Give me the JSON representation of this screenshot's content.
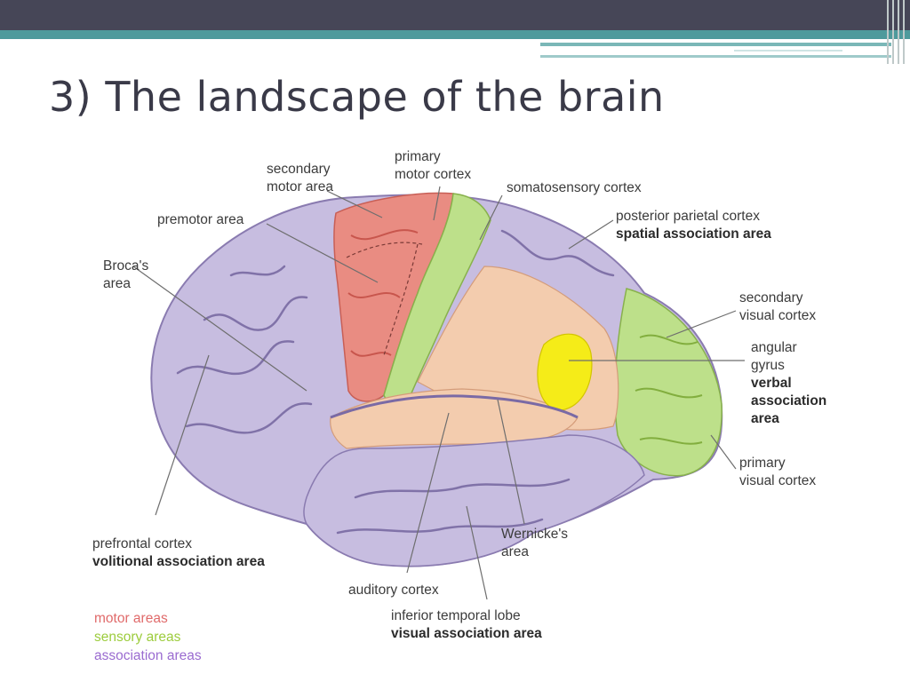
{
  "slide": {
    "title": "3) The landscape of the brain"
  },
  "labels": {
    "secondary_motor": [
      "secondary",
      "motor area"
    ],
    "primary_motor": [
      "primary",
      "motor cortex"
    ],
    "somatosensory": "somatosensory cortex",
    "premotor": "premotor area",
    "posterior_parietal": [
      "posterior parietal cortex",
      "spatial association area"
    ],
    "brocas": [
      "Broca's",
      "area"
    ],
    "secondary_visual": [
      "secondary",
      "visual cortex"
    ],
    "angular_gyrus": [
      "angular",
      "gyrus"
    ],
    "verbal_association": [
      "verbal",
      "association",
      "area"
    ],
    "primary_visual": [
      "primary",
      "visual cortex"
    ],
    "prefrontal": [
      "prefrontal cortex",
      "volitional association area"
    ],
    "wernickes": [
      "Wernicke's",
      "area"
    ],
    "auditory": "auditory cortex",
    "inferior_temporal": [
      "inferior temporal lobe",
      "visual association area"
    ]
  },
  "legend": [
    {
      "label": "motor areas",
      "color": "#e06a6a"
    },
    {
      "label": "sensory areas",
      "color": "#9ccc3c"
    },
    {
      "label": "association areas",
      "color": "#9a6bd0"
    }
  ],
  "colors": {
    "motor": "#e98c82",
    "sensory": "#bde08a",
    "association": "#c7bde0",
    "auditory": "#f3ccae",
    "angular_gyrus": "#f5ec18",
    "header_bar": "#464657",
    "teal": "#4e9a9c"
  }
}
